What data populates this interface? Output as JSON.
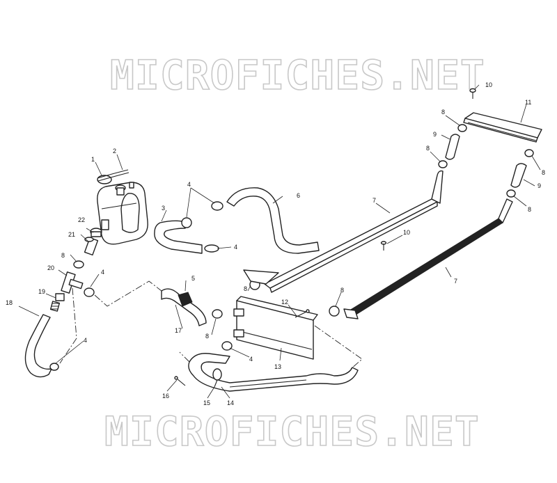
{
  "watermarks": [
    "MICROFICHES.NET",
    "MICROFICHES.NET"
  ],
  "callouts": {
    "c1": "1",
    "c2": "2",
    "c3": "3",
    "c4a": "4",
    "c4b": "4",
    "c4c": "4",
    "c4d": "4",
    "c5": "5",
    "c6": "6",
    "c7a": "7",
    "c7b": "7",
    "c8a": "8",
    "c8b": "8",
    "c8c": "8",
    "c8d": "8",
    "c8e": "8",
    "c8f": "8",
    "c8g": "8",
    "c8h": "8",
    "c9a": "9",
    "c9b": "9",
    "c10a": "10",
    "c10b": "10",
    "c11": "11",
    "c12": "12",
    "c13": "13",
    "c14": "14",
    "c15": "15",
    "c16": "16",
    "c17": "17",
    "c18": "18",
    "c19": "19",
    "c20": "20",
    "c21": "21",
    "c22": "22"
  }
}
